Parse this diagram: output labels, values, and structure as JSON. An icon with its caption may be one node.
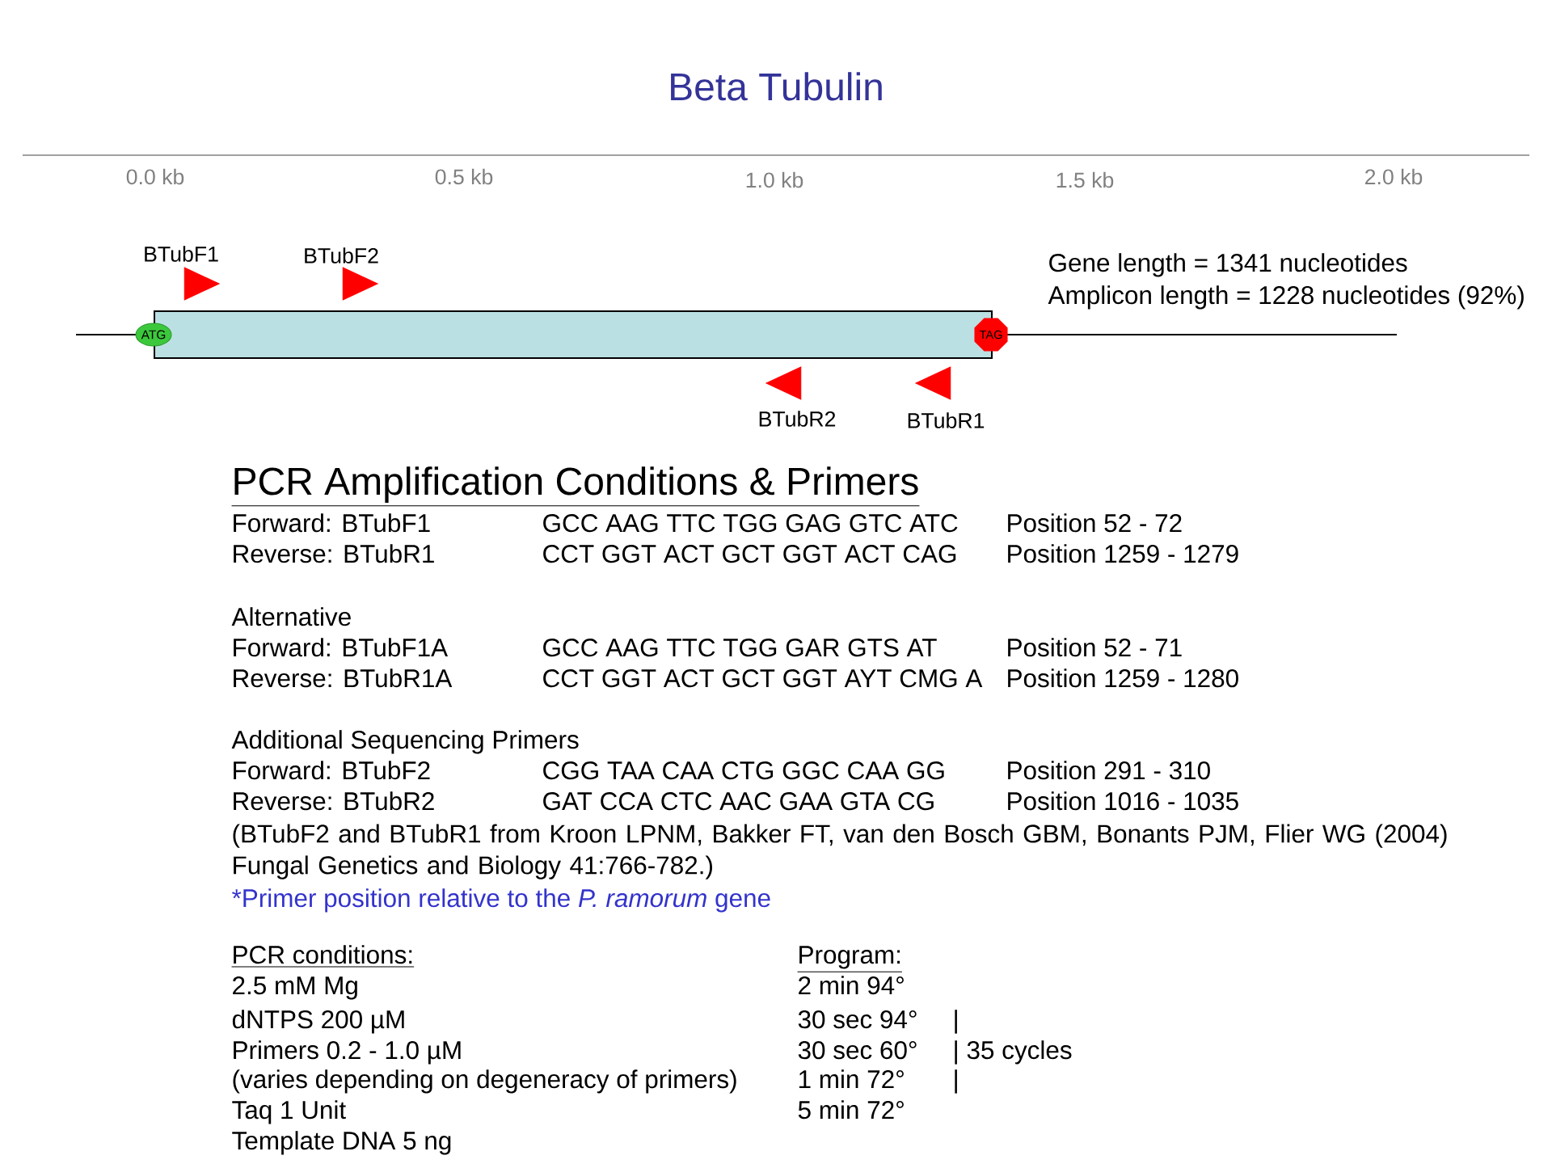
{
  "diagram": {
    "title": "Beta Tubulin",
    "nodes": [
      {
        "text": [
          "BTubF1"
        ]
      },
      {
        "text": [
          "BTubF2"
        ]
      },
      {
        "text": [],
        "shape": "box"
      },
      {
        "text": [
          "ATG"
        ]
      },
      {
        "text": [
          "TAG"
        ]
      },
      {
        "text": [
          "BTubR2"
        ]
      },
      {
        "text": [
          "BTubR1"
        ]
      }
    ],
    "labels": [
      "0.0 kb",
      "0.5 kb",
      "1.0 kb",
      "1.5 kb",
      "2.0 kb",
      "Gene length = 1341 nucleotides",
      "Amplicon length = 1228 nucleotides (92%)",
      "PCR Amplification Conditions & Primers",
      "Forward: BTubF1",
      "GCC AAG TTC TGG GAG GTC ATC",
      "Position 52 - 72",
      "Reverse: BTubR1",
      "CCT GGT ACT GCT GGT ACT CAG",
      "Position 1259 - 1279",
      "Alternative",
      "Forward: BTubF1A",
      "GCC AAG TTC TGG GAR GTS AT",
      "Position 52 - 71",
      "Reverse: BTubR1A",
      "CCT GGT ACT GCT GGT AYT CMG A",
      "Position 1259 - 1280",
      "Additional Sequencing Primers",
      "Forward: BTubF2",
      "CGG TAA CAA CTG GGC CAA GG",
      "Position 291 - 310",
      "Reverse: BTubR2",
      "GAT CCA CTC AAC GAA GTA CG",
      "Position 1016 - 1035",
      "(BTubF2 and BTubR1 from Kroon LPNM, Bakker FT, van den Bosch GBM, Bonants PJM, Flier WG (2004) Fungal Genetics and Biology 41:766-782.)",
      "*Primer position relative to the *P. ramorum* gene",
      "PCR conditions:",
      "Program:",
      "2.5 mM Mg",
      "2 min 94°",
      "dNTPS 200 µM",
      "30 sec 94°",
      "|",
      "Primers 0.2 - 1.0 µM",
      "30 sec 60°",
      "| 35 cycles",
      "(varies depending on degeneracy of primers)",
      "1 min 72°",
      "|",
      "Taq 1 Unit",
      "5 min 72°",
      "Template DNA 5 ng"
    ]
  }
}
